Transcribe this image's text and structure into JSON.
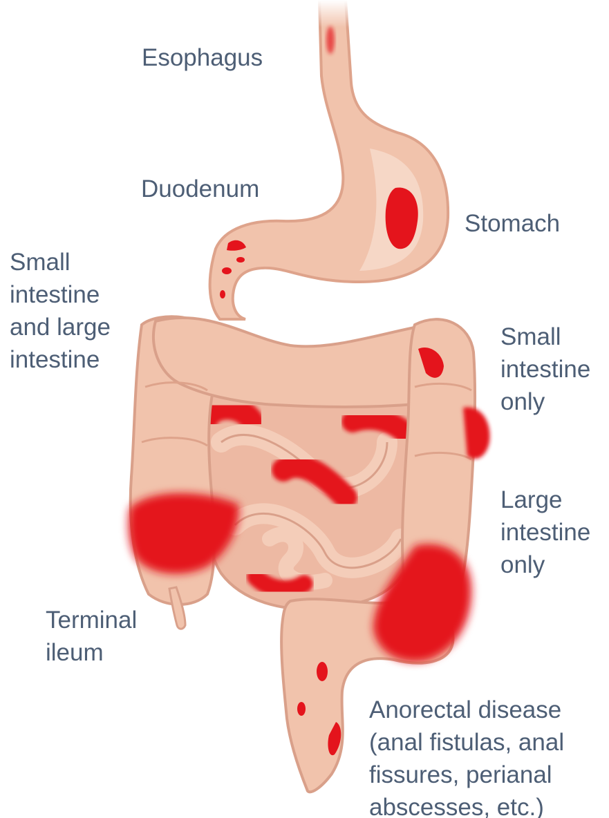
{
  "colors": {
    "organ_base": "#f1c3ac",
    "organ_light": "#f7dccd",
    "organ_shadow": "#d9a08a",
    "inflammation": "#e4141c",
    "label_text": "#4d5e75"
  },
  "labels": {
    "esophagus": [
      "Esophagus"
    ],
    "duodenum": [
      "Duodenum"
    ],
    "stomach": [
      "Stomach"
    ],
    "small_and_large": [
      "Small",
      "intestine",
      "and large",
      "intestine"
    ],
    "small_only": [
      "Small",
      "intestine",
      "only"
    ],
    "large_only": [
      "Large",
      "intestine",
      "only"
    ],
    "terminal_ileum": [
      "Terminal",
      "ileum"
    ],
    "anorectal": [
      "Anorectal disease",
      "(anal fistulas, anal",
      "fissures, perianal",
      "abscesses, etc.)"
    ]
  }
}
